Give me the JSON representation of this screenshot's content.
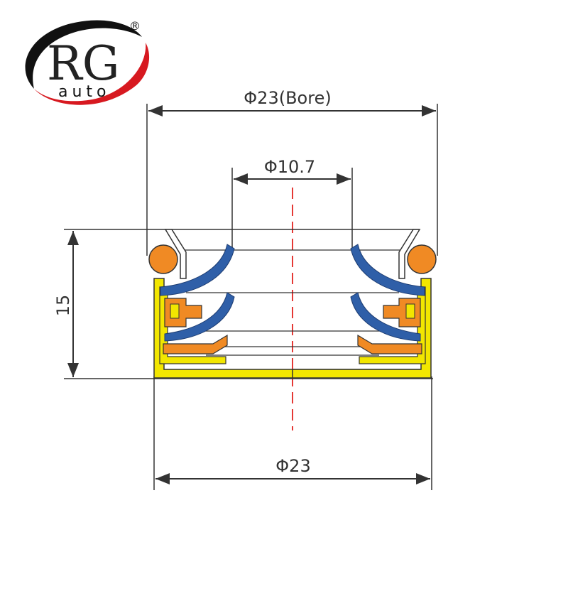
{
  "logo": {
    "letters": "RG",
    "sub": "auto",
    "registered": "®"
  },
  "dimensions": {
    "bore_label": "Φ23(Bore)",
    "inner_label": "Φ10.7",
    "height_label": "15",
    "outer_label": "Φ23"
  },
  "colors": {
    "line": "#333333",
    "centerline": "#e53935",
    "lip_blue": "#2f5fa8",
    "case_yellow": "#f2e600",
    "oring_orange": "#f08a24",
    "logo_red": "#d71920"
  }
}
